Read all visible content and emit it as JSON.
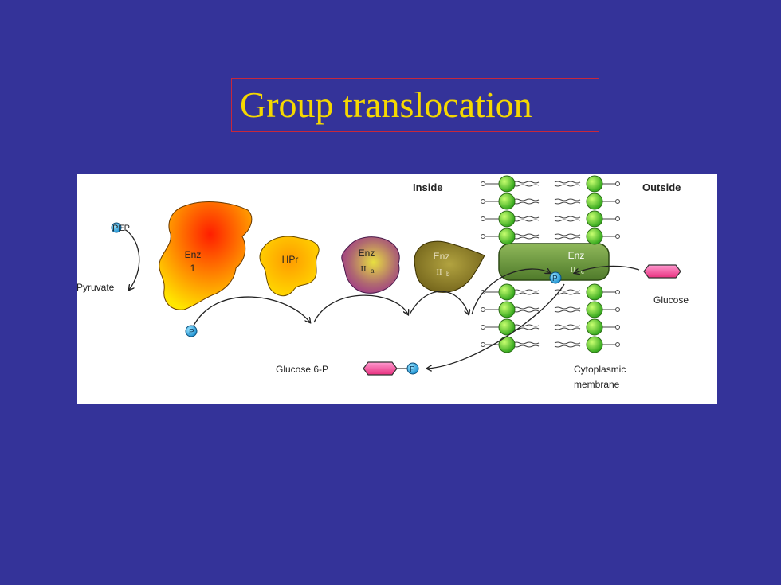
{
  "slide": {
    "title": "Group translocation"
  },
  "diagram": {
    "labels": {
      "inside": "Inside",
      "outside": "Outside",
      "pep": "PEP",
      "pyruvate": "Pyruvate",
      "glucose": "Glucose",
      "glucose6p": "Glucose 6-P",
      "membrane_line1": "Cytoplasmic",
      "membrane_line2": "membrane",
      "phosphate": "P"
    },
    "enzymes": {
      "enz1": {
        "line1": "Enz",
        "line2": "1"
      },
      "hpr": {
        "line1": "HPr"
      },
      "enz2a": {
        "line1": "Enz",
        "line2": "II",
        "sub": "a"
      },
      "enz2b": {
        "line1": "Enz",
        "line2": "II",
        "sub": "b"
      },
      "enz2c": {
        "line1": "Enz",
        "line2": "II",
        "sub": "c"
      }
    }
  }
}
